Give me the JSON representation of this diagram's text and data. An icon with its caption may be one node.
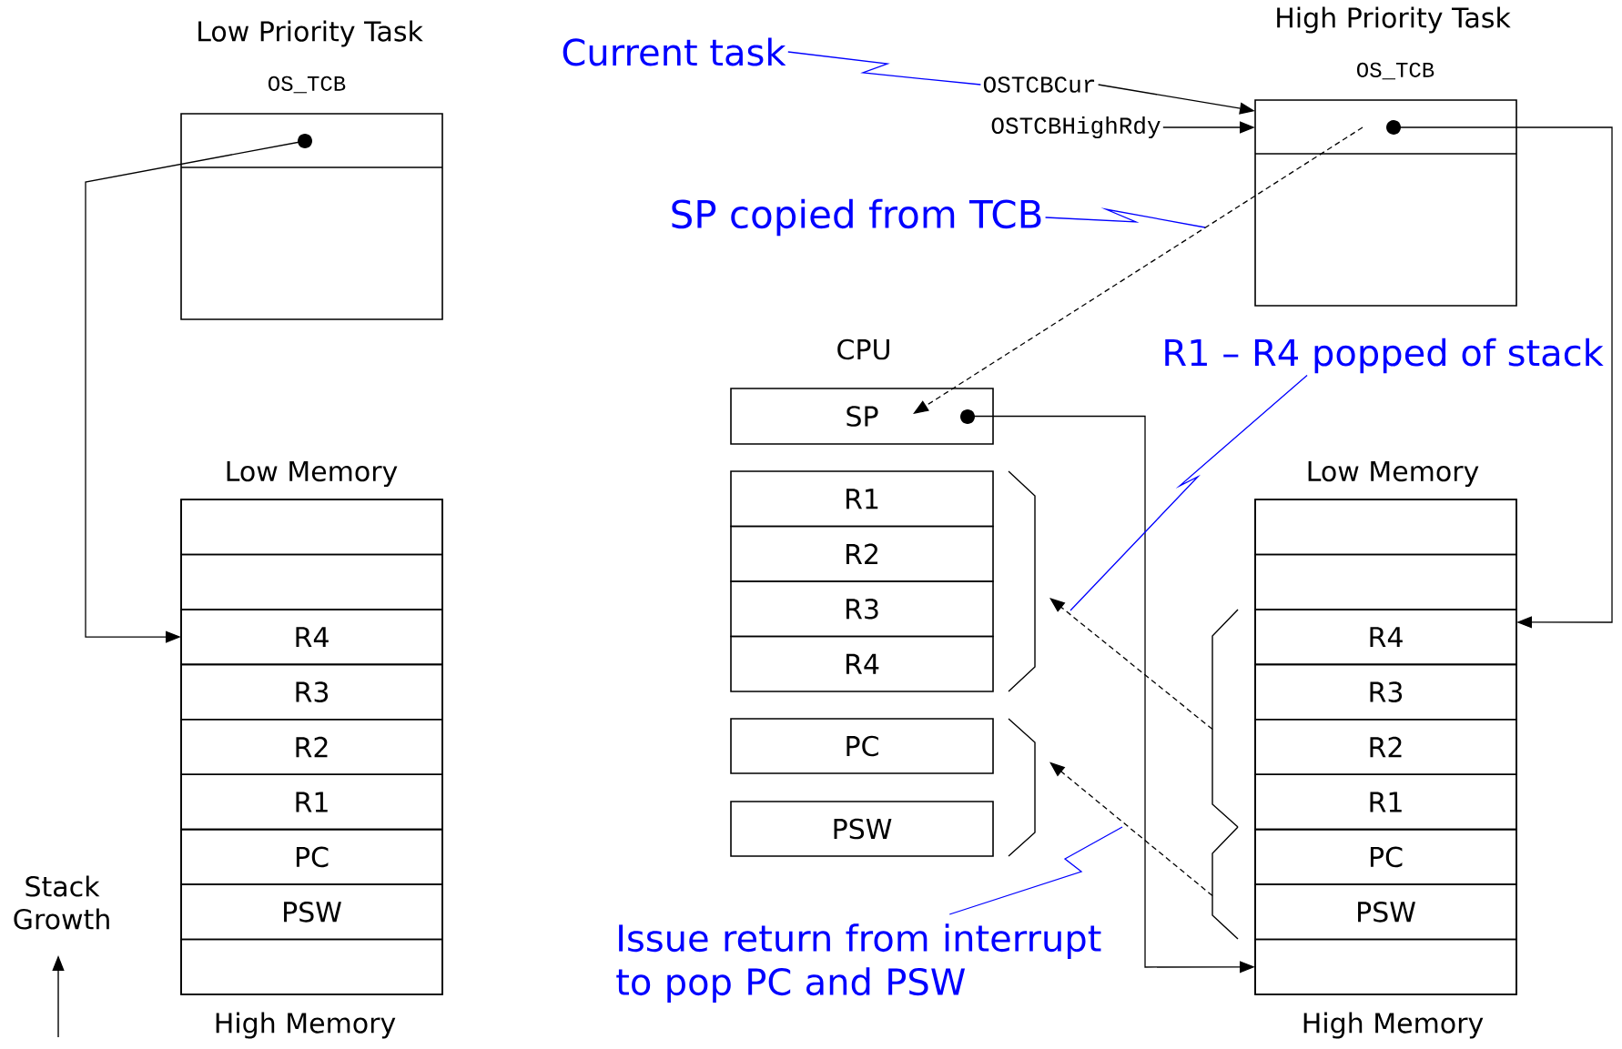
{
  "diagram": {
    "nodes": [
      {
        "text": [
          "Low Priority Task",
          "OS_TCB"
        ]
      },
      {
        "text": [
          "Current task"
        ]
      },
      {
        "text": [
          "OSTCBCur"
        ]
      },
      {
        "text": [
          "OSTCBHighRdy"
        ]
      },
      {
        "text": [
          "High Priority Task",
          "OS_TCB"
        ]
      },
      {
        "text": [
          "SP copied from TCB"
        ]
      },
      {
        "text": [
          "SP"
        ]
      },
      {
        "text": [
          "R1 – R4 popped of stack"
        ]
      },
      {
        "text": [
          "Low Memory",
          "High Memory"
        ]
      },
      {
        "text": [],
        "shape": "box",
        "in": 8
      },
      {
        "text": [],
        "shape": "box",
        "in": 8
      },
      {
        "text": [
          "R4"
        ],
        "in": 8
      },
      {
        "text": [
          "R3"
        ],
        "in": 8
      },
      {
        "text": [
          "R2"
        ],
        "in": 8
      },
      {
        "text": [
          "R1"
        ],
        "in": 8
      },
      {
        "text": [
          "PC"
        ],
        "in": 8
      },
      {
        "text": [
          "PSW"
        ],
        "in": 8
      },
      {
        "text": [],
        "shape": "box",
        "in": 8
      },
      {
        "text": [
          "R1"
        ]
      },
      {
        "text": [
          "R2"
        ]
      },
      {
        "text": [
          "R3"
        ]
      },
      {
        "text": [
          "R4"
        ]
      },
      {
        "text": [
          "PC"
        ]
      },
      {
        "text": [
          "PSW"
        ]
      },
      {
        "text": [],
        "shape": "bracket"
      },
      {
        "text": [],
        "shape": "bracket"
      },
      {
        "text": [
          "Low Memory",
          "High Memory"
        ]
      },
      {
        "text": [],
        "shape": "box",
        "in": 26
      },
      {
        "text": [],
        "shape": "box",
        "in": 26
      },
      {
        "text": [
          "R4"
        ],
        "in": 26
      },
      {
        "text": [
          "R3"
        ],
        "in": 26
      },
      {
        "text": [
          "R2"
        ],
        "in": 26
      },
      {
        "text": [
          "R1"
        ],
        "in": 26
      },
      {
        "text": [
          "PC"
        ],
        "in": 26
      },
      {
        "text": [
          "PSW"
        ],
        "in": 26
      },
      {
        "text": [],
        "shape": "box",
        "in": 26
      },
      {
        "text": [],
        "shape": "bracket"
      },
      {
        "text": [],
        "shape": "bracket"
      },
      {
        "text": [
          "Issue return from interrupt to pop PC and PSW"
        ]
      }
    ],
    "edges": [
      {
        "from": 0,
        "to": 11,
        "arrow": "to"
      },
      {
        "from": 1,
        "to": 2,
        "arrow": "none",
        "color": "#0000ff"
      },
      {
        "from": 2,
        "to": 4,
        "arrow": "to"
      },
      {
        "from": 3,
        "to": 4,
        "arrow": "to"
      },
      {
        "from": 5,
        "to": null,
        "arrow": "none",
        "color": "#0000ff"
      },
      {
        "from": 4,
        "to": 6,
        "arrow": "to",
        "style": "dashed"
      },
      {
        "from": 4,
        "to": 29,
        "arrow": "to"
      },
      {
        "from": 6,
        "to": 35,
        "arrow": "to"
      },
      {
        "from": 7,
        "to": null,
        "arrow": "none",
        "color": "#0000ff"
      },
      {
        "from": 36,
        "to": 24,
        "arrow": "to",
        "style": "dashed"
      },
      {
        "from": 37,
        "to": 25,
        "arrow": "to",
        "style": "dashed"
      },
      {
        "from": 38,
        "to": null,
        "arrow": "none",
        "color": "#0000ff"
      }
    ],
    "labels": [
      "CPU",
      "Stack Growth"
    ]
  }
}
